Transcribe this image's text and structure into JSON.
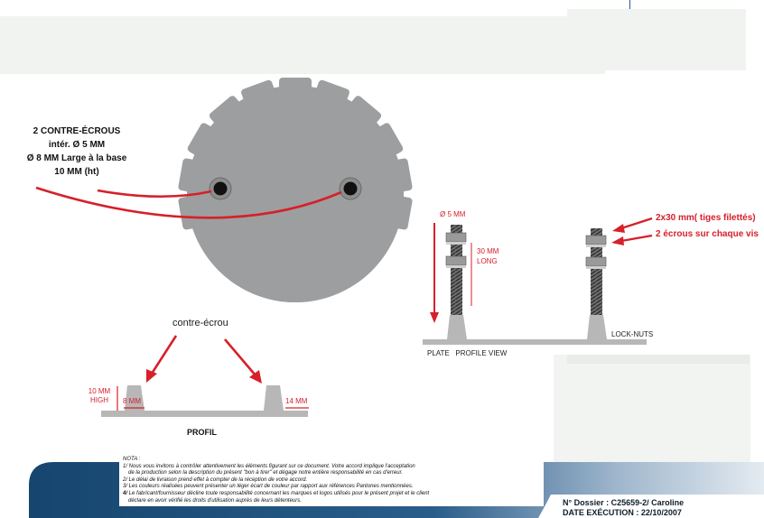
{
  "left_callout": {
    "line1": "2 CONTRE-ÉCROUS",
    "line2": "intér. Ø 5 MM",
    "line3": "Ø 8 MM Large à la base",
    "line4": "10 MM (ht)"
  },
  "profil": {
    "contre_ecrou_label": "contre-écrou",
    "high_label_1": "10 MM",
    "high_label_2": "HIGH",
    "base_width_label": "8 MM",
    "right_width_label": "14 MM",
    "title": "PROFIL"
  },
  "profile_view": {
    "diameter_label": "Ø 5 MM",
    "length_label_1": "30 MM",
    "length_label_2": "LONG",
    "rods_label": "2x30 mm( tiges filettés)",
    "nuts_label": "2 écrous sur chaque vis",
    "locknuts_label": "LOCK-NUTS",
    "plate_label": "PLATE",
    "view_label": "PROFILE VIEW"
  },
  "nota": {
    "title": "NOTA :",
    "line1": "1/ Nous vous invitons à contrôler attentivement les éléments figurant sur ce document. Votre accord implique l'acceptation",
    "line1b": "de la production selon la description du présent \"bon à tirer\" et dégage notre entière responsabilité en cas d'erreur.",
    "line2": "2/ Le délai de livraison prend effet à compter de la réception de votre accord.",
    "line3": "3/ Les couleurs réalisées peuvent présenter un léger écart de couleur par rapport aux références Pantones mentionnées.",
    "line4_num": "4/",
    "line4": " Le fabricant/fournisseur décline toute responsabilité concernant les marques et logos utilisés pour le présent projet et le client",
    "line4b": "déclare en avoir vérifié les droits d'utilisation auprès de leurs détenteurs."
  },
  "footer": {
    "dossier": "N° Dossier : C25659-2/  Caroline",
    "date": "DATE EXÉCUTION : 22/10/2007"
  },
  "colors": {
    "red": "#d6202a",
    "gear": "#9d9e9f",
    "footer_blue": "#1d4d7a"
  }
}
